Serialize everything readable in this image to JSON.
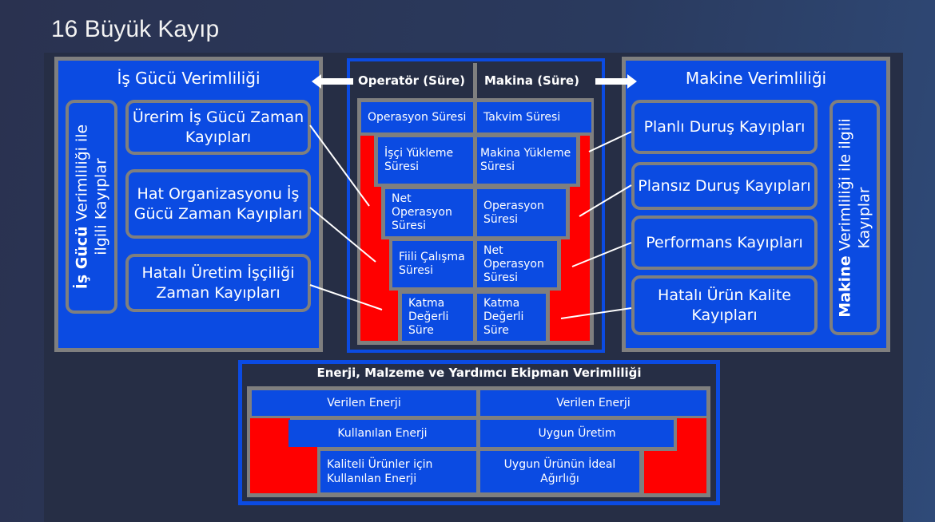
{
  "title": "16 Büyük Kayıp",
  "left": {
    "title": "İş Gücü Verimliliği",
    "vertical_bold": "İş Gücü",
    "vertical_rest": " Verimliliği ile",
    "vertical_line2": "ilgili Kayıplar",
    "boxes": [
      "Ürerim İş Gücü Zaman Kayıpları",
      "Hat Organizasyonu İş Gücü Zaman Kayıpları",
      "Hatalı Üretim İşçiliği Zaman Kayıpları"
    ]
  },
  "right": {
    "title": "Makine Verimliliği",
    "vertical_bold": "Makine",
    "vertical_rest": " Verimliliği ile ilgili",
    "vertical_line2": "Kayıplar",
    "boxes": [
      "Planlı Duruş Kayıpları",
      "Plansız Duruş Kayıpları",
      "Performans Kayıpları",
      "Hatalı Ürün Kalite Kayıpları"
    ]
  },
  "center": {
    "headers": [
      "Operatör (Süre)",
      "Makina (Süre)"
    ],
    "operator": [
      "Operasyon Süresi",
      "İşçi Yükleme Süresi",
      "Net Operasyon Süresi",
      "Fiili Çalışma Süresi",
      "Katma Değerli Süre"
    ],
    "machine": [
      "Takvim Süresi",
      "Makina Yükleme Süresi",
      "Operasyon Süresi",
      "Net Operasyon Süresi",
      "Katma Değerli Süre"
    ]
  },
  "bottom": {
    "title": "Enerji, Malzeme ve Yardımcı Ekipman Verimliliği",
    "left": [
      "Verilen Enerji",
      "Kullanılan Enerji",
      "Kaliteli Ürünler için Kullanılan Enerji"
    ],
    "right": [
      "Verilen Enerji",
      "Uygun Üretim",
      "Uygun Ürünün İdeal Ağırlığı"
    ]
  },
  "colors": {
    "blue": "#0b4be2",
    "red": "#ff0000",
    "gray": "#7f7f7f",
    "dark": "#262e45"
  }
}
